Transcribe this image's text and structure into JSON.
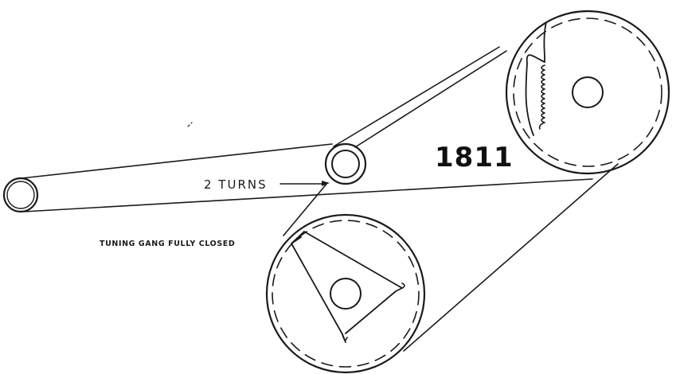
{
  "diagram": {
    "model_number": "1811",
    "turns_label": "2 TURNS",
    "caption": "TUNING GANG FULLY CLOSED"
  }
}
